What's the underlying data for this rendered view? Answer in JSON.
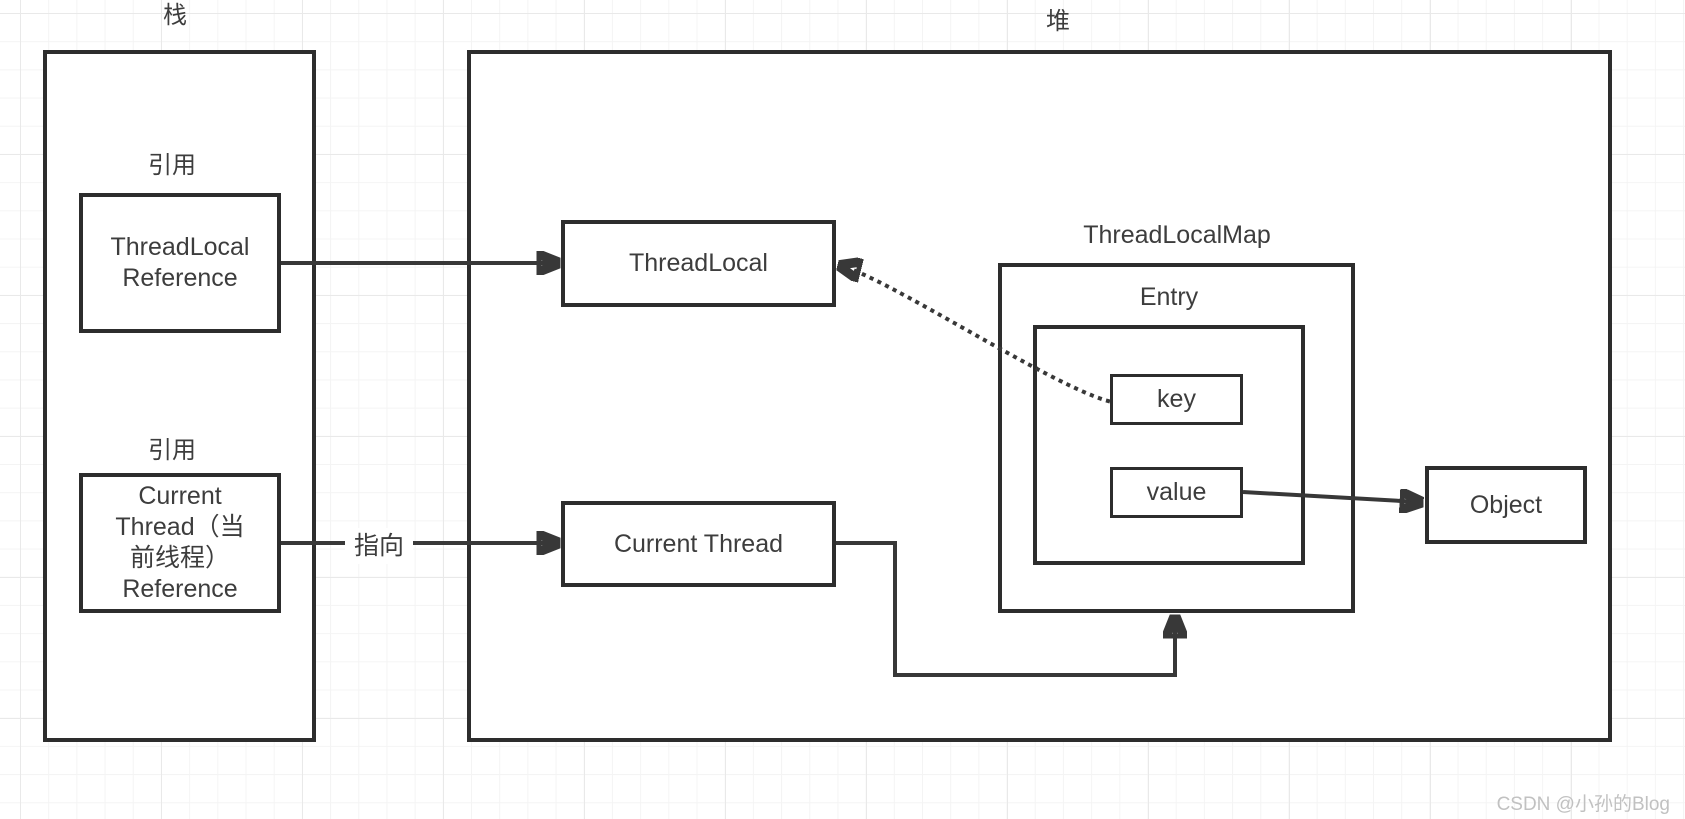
{
  "colors": {
    "background": "#ffffff",
    "grid_minor": "#f4f4f4",
    "grid_major": "#e9e9e9",
    "box_border": "#2d2d2d",
    "arrow": "#383838",
    "text": "#3d3d3d",
    "watermark": "#c1c1c1"
  },
  "stack": {
    "title": "栈",
    "reference_label_top": "引用",
    "reference_label_bottom": "引用",
    "threadlocal_reference": [
      "ThreadLocal",
      "Reference"
    ],
    "current_thread_reference": [
      "Current",
      "Thread（当",
      "前线程）",
      "Reference"
    ]
  },
  "heap": {
    "title": "堆",
    "threadlocal": "ThreadLocal",
    "current_thread": "Current Thread",
    "threadlocalmap_title": "ThreadLocalMap",
    "entry_title": "Entry",
    "key": "key",
    "value": "value",
    "object": "Object"
  },
  "edges": {
    "points_to_label": "指向"
  },
  "watermark": "CSDN @小孙的Blog"
}
